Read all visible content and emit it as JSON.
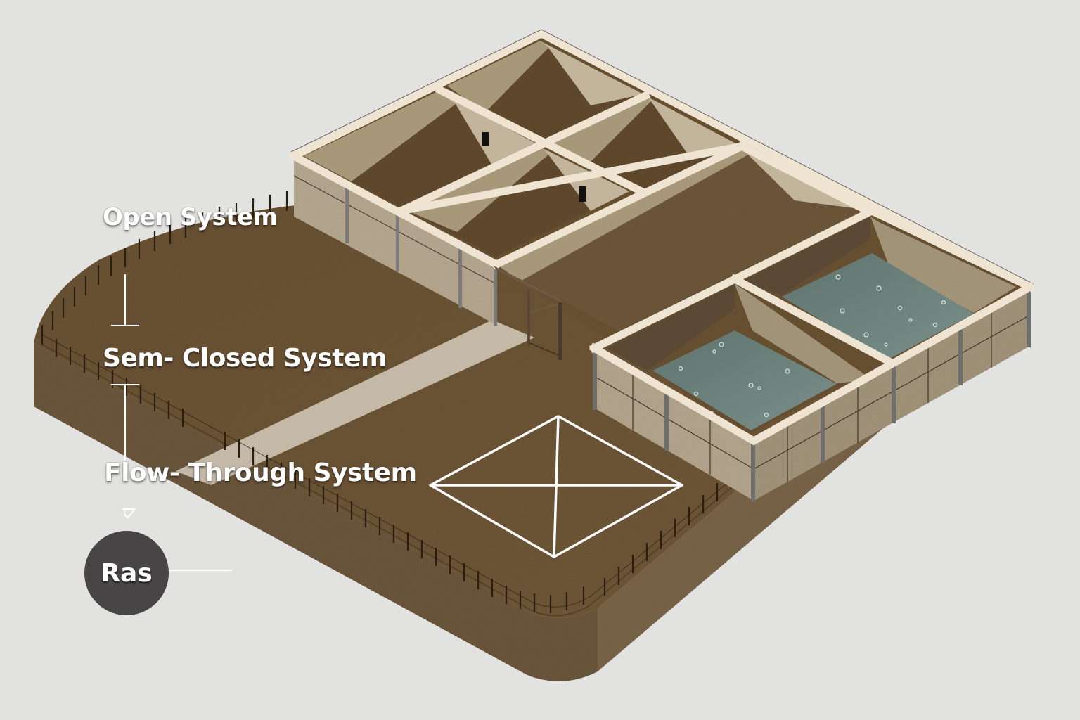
{
  "diagram": {
    "subject": "Aquaculture production systems - isometric site model",
    "labels": {
      "open_system": "Open System",
      "semi_closed_system": "Sem- Closed System",
      "flow_through_system": "Flow- Through System",
      "ras_badge": "Ras"
    },
    "icons": {
      "small_marker": "pencil-marker-icon"
    },
    "elements": [
      {
        "id": "platform",
        "description": "Rounded earthen platform with soil cross-section edge and perimeter fence"
      },
      {
        "id": "compound",
        "description": "Walled compound with four small chambers, each with a dark doorway in two of them"
      },
      {
        "id": "channel",
        "description": "Long open channel running along the compound"
      },
      {
        "id": "gate",
        "description": "Metal door frame gate at compound entrance"
      },
      {
        "id": "walkway",
        "description": "Light concrete path leading from the fence to the gate"
      },
      {
        "id": "tanks",
        "description": "Two rectangular water-filled tanks with green-gray water"
      },
      {
        "id": "marking",
        "description": "White diamond ground marking with cross lines"
      }
    ],
    "colors": {
      "background": "#e2e2e0",
      "ground": "#6e5637",
      "ground_dark": "#5a4529",
      "soil_edge": "#7a6548",
      "wall_cap": "#efe4d2",
      "wall_face": "#b8aa92",
      "wall_inner_light": "#c2b49a",
      "wall_inner_dark": "#9a8a70",
      "water": "#6f8580",
      "badge": "#474545",
      "path": "#c9bfae",
      "label_text": "#ffffff"
    }
  }
}
